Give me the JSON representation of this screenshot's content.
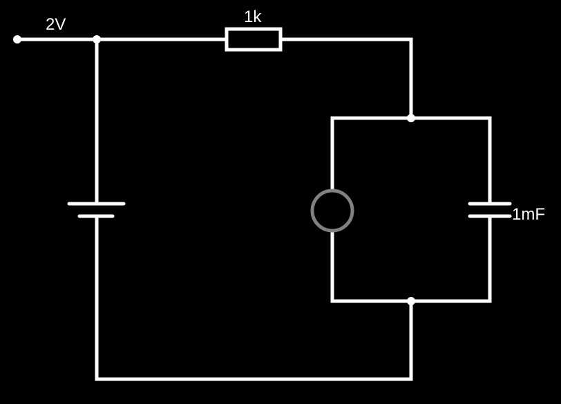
{
  "colors": {
    "background": "#000000",
    "wire": "#ffffff",
    "lamp": "#808080"
  },
  "components": {
    "source": {
      "label": "2V"
    },
    "resistor": {
      "label": "1k"
    },
    "capacitor": {
      "label": "1mF"
    },
    "battery": {
      "icon": "battery-icon"
    },
    "lamp": {
      "icon": "lamp-icon"
    },
    "terminal": {
      "icon": "terminal-node-icon"
    }
  }
}
